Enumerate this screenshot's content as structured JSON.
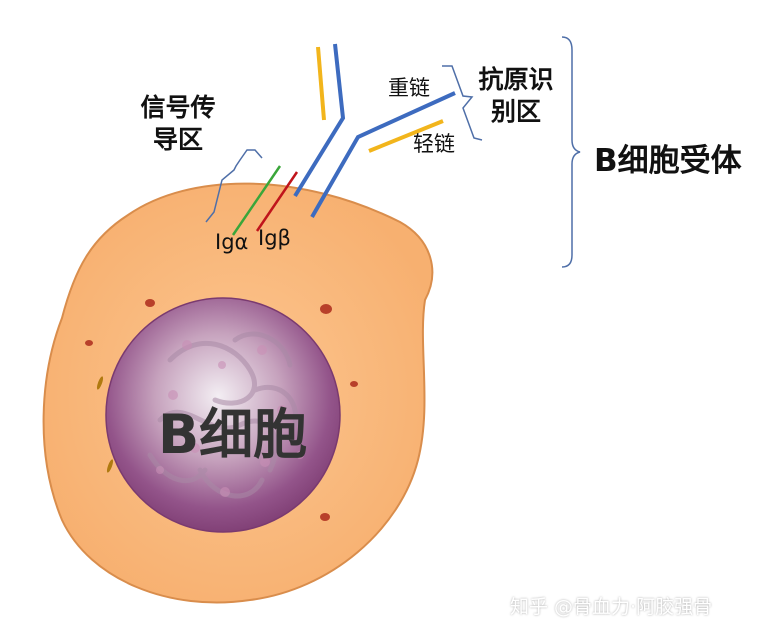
{
  "labels": {
    "signal_region_line1": "信号传",
    "signal_region_line2": "导区",
    "antigen_region_line1": "抗原识",
    "antigen_region_line2": "别区",
    "heavy_chain": "重链",
    "light_chain": "轻链",
    "b_cell_receptor": "B细胞受体",
    "ig_alpha": "Igα",
    "ig_beta": "Igβ",
    "cell_name": "B细胞"
  },
  "watermark": "知乎 @骨血力·阿胶强骨",
  "colors": {
    "cytoplasm": "#f9b878",
    "cell_edge": "#d98d4c",
    "nucleus_outer": "#7e3d73",
    "nucleus_inner": "#f3eef3",
    "heavy_chain": "#3d6bbf",
    "light_chain": "#f2b51c",
    "ig_alpha": "#3aa63a",
    "ig_beta": "#c0141b",
    "bracket": "#4f6fa8"
  }
}
